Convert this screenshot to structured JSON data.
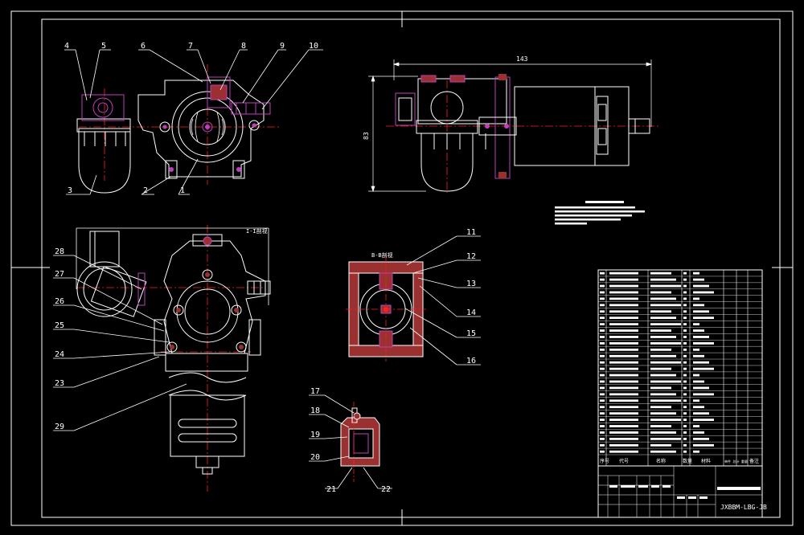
{
  "colors": {
    "background": "#000000",
    "line": "#ffffff",
    "centerline": "#ff2020",
    "part": "#c040c0",
    "hatch": "#9a3030"
  },
  "callouts": [
    "4",
    "5",
    "6",
    "7",
    "8",
    "9",
    "10",
    "3",
    "2",
    "1",
    "11",
    "12",
    "13",
    "14",
    "15",
    "16",
    "17",
    "18",
    "19",
    "20",
    "21",
    "22",
    "23",
    "24",
    "25",
    "26",
    "27",
    "28",
    "29"
  ],
  "dimensions": {
    "top_length": "143",
    "side_height": "83"
  },
  "views": {
    "section_label": "B-B剖视",
    "detail_label": "I-I剖视"
  },
  "title_block": {
    "drawing_number": "JXBBM-LBG-JB",
    "header_seq": "序号",
    "header_code": "代号",
    "header_name": "名称",
    "header_qty": "数量",
    "header_material": "材料",
    "header_weight": "单件 总计 重量",
    "header_remark": "备注"
  }
}
